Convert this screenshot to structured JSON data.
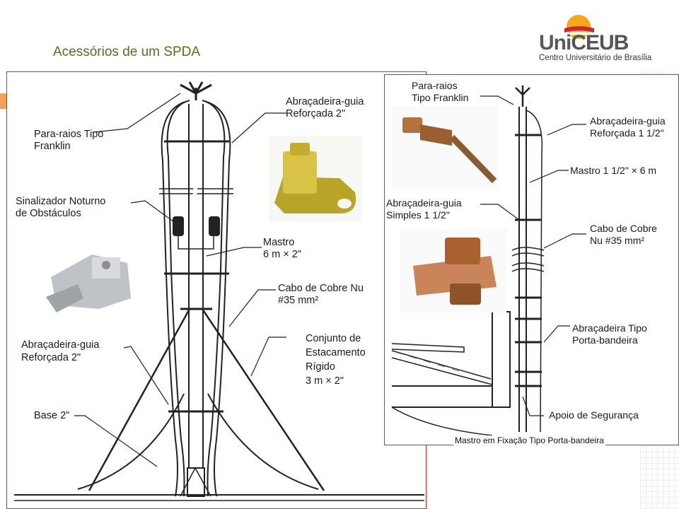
{
  "slide": {
    "title": "Acessórios de um SPDA"
  },
  "logo": {
    "name_uni": "Uni",
    "name_ceub": "CEUB",
    "subtitle": "Centro Universitário de Brasília",
    "colors": {
      "sun": "#f6a81b",
      "sun_red": "#c9282c",
      "text": "#555555"
    }
  },
  "left_diagram": {
    "labels": {
      "franklin": [
        "Para-raios Tipo",
        "Franklin"
      ],
      "sinalizador": [
        "Sinalizador Noturno",
        "de Obstáculos"
      ],
      "abracadeira_top": [
        "Abraçadeira-guia",
        "Reforçada 2\""
      ],
      "mastro": [
        "Mastro",
        "6 m × 2\""
      ],
      "cabo": [
        "Cabo de Cobre Nu",
        "#35 mm²"
      ],
      "conjunto": [
        "Conjunto de",
        "Estacamento",
        "Rígido",
        "3 m × 2\""
      ],
      "abracadeira_bottom": [
        "Abraçadeira-guia",
        "Reforçada 2\""
      ],
      "base": "Base 2\""
    }
  },
  "right_diagram": {
    "labels": {
      "franklin": [
        "Para-raios",
        "Tipo Franklin"
      ],
      "abracadeira_reforcada": [
        "Abraçadeira-guia",
        "Reforçada 1 1/2\""
      ],
      "mastro": "Mastro 1 1/2\" × 6 m",
      "abracadeira_simples": [
        "Abraçadeira-guia",
        "Simples 1 1/2\""
      ],
      "cabo": [
        "Cabo de Cobre",
        "Nu #35 mm²"
      ],
      "porta_bandeira": [
        "Abraçadeira Tipo",
        "Porta-bandeira"
      ],
      "apoio": "Apoio de Segurança"
    },
    "caption": "Mastro em Fixação Tipo Porta-bandeira"
  },
  "colors": {
    "title": "#5a6d1f",
    "panel_border": "#d12a2a",
    "accent_orange": "#f0a15a",
    "accent_green": "#9cb34a"
  }
}
